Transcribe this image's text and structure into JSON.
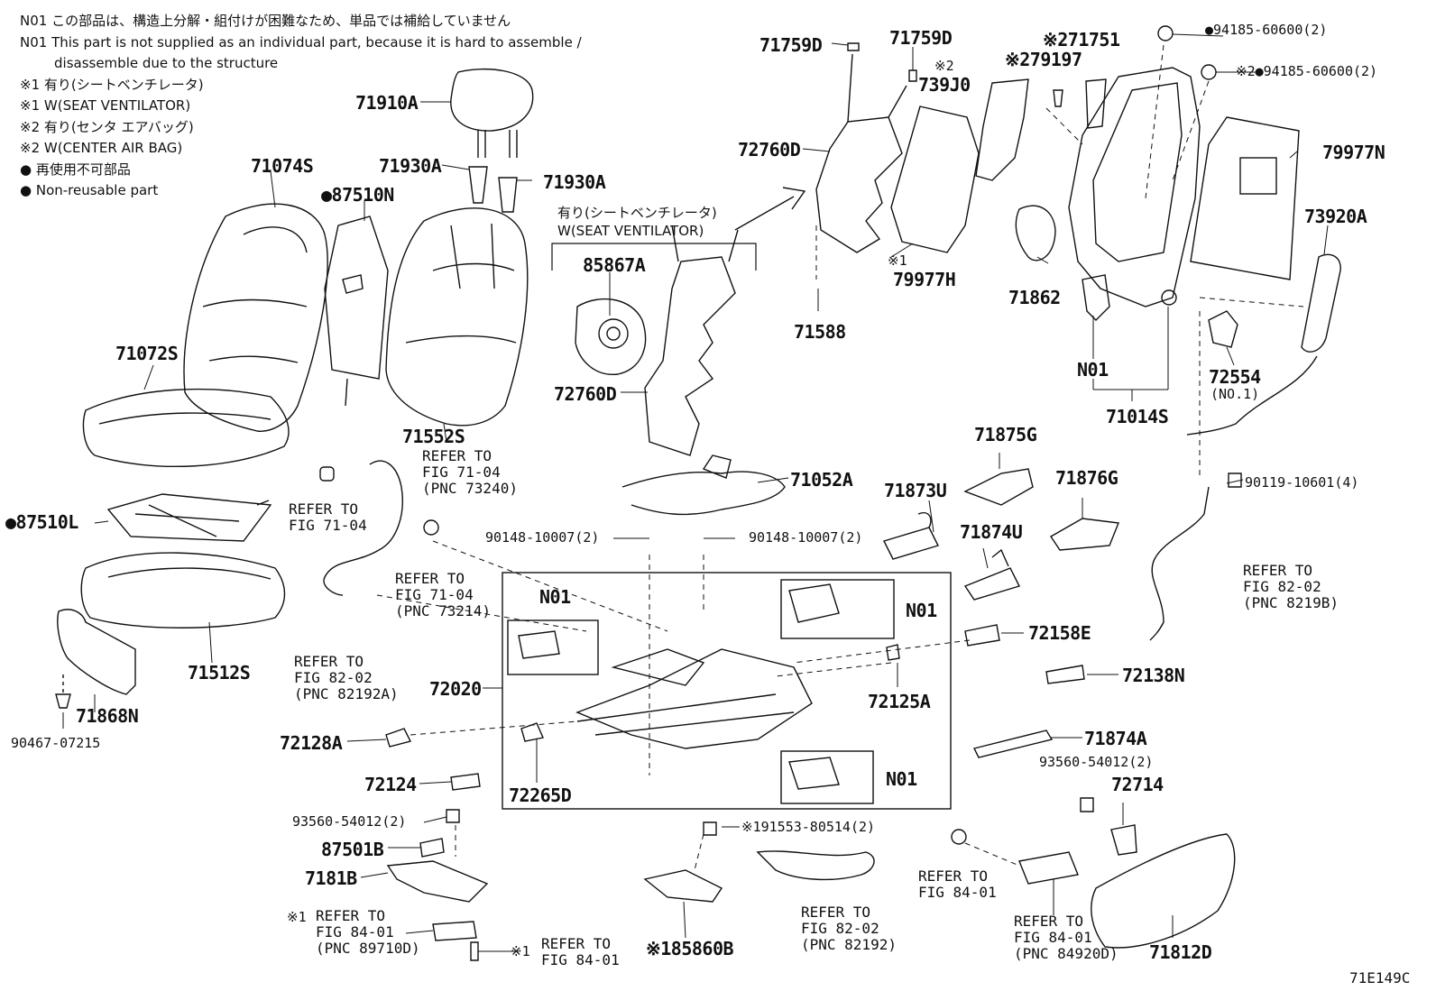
{
  "legend_notes": [
    "N01 この部品は、構造上分解・組付けが困難なため、単品では補給していません",
    "N01 This part is not supplied as an individual part, because it is hard to assemble /",
    "disassemble due to the structure",
    "※1 有り(シートベンチレータ)",
    "※1 W(SEAT VENTILATOR)",
    "※2 有り(センタ エアバッグ)",
    "※2 W(CENTER AIR BAG)",
    "● 再使用不可部品",
    "● Non-reusable part"
  ],
  "ventilator_group": {
    "jp": "有り(シートベンチレータ)",
    "en": "W(SEAT VENTILATOR)"
  },
  "part_labels": {
    "p71910A": "71910A",
    "p71930A_1": "71930A",
    "p71930A_2": "71930A",
    "p71074S": "71074S",
    "p87510N": "●87510N",
    "p71072S": "71072S",
    "p71552S": "71552S",
    "p87510L": "●87510L",
    "p71512S": "71512S",
    "p71868N": "71868N",
    "p90467": "90467-07215",
    "p71759D_1": "71759D",
    "p71759D_2": "71759D",
    "p739J0_mark": "※2",
    "p739J0": "739J0",
    "p79197": "※279197",
    "p71751": "※271751",
    "p72760D_top": "72760D",
    "p79977H_mark": "※1",
    "p79977H": "79977H",
    "p71588": "71588",
    "p85867A": "85867A",
    "p72760D_mid": "72760D",
    "p94185_1": "●94185-60600(2)",
    "p94185_2": "※2●94185-60600(2)",
    "p79977N": "79977N",
    "p73920A": "73920A",
    "p71862": "71862",
    "p N01_frame": "N01",
    "pN01_frame": "N01",
    "p72554": "72554",
    "p72554_sub": "(NO.1)",
    "p71014S": "71014S",
    "p71052A": "71052A",
    "p71875G": "71875G",
    "p71873U": "71873U",
    "p71876G": "71876G",
    "p71874U": "71874U",
    "p90119": "90119-10601(4)",
    "p90148_1": "90148-10007(2)",
    "p90148_2": "90148-10007(2)",
    "pN01_a": "N01",
    "pN01_b": "N01",
    "pN01_c": "N01",
    "p72158E": "72158E",
    "p72138N": "72138N",
    "p72020": "72020",
    "p72125A": "72125A",
    "p72128A": "72128A",
    "p72124": "72124",
    "p72265D": "72265D",
    "p71874A": "71874A",
    "p93560_r": "93560-54012(2)",
    "p72714": "72714",
    "p93560_l": "93560-54012(2)",
    "p87501B": "87501B",
    "p7181B": "7181B",
    "p191553": "※191553-80514(2)",
    "p85860B": "※185860B",
    "p71812D": "71812D",
    "p_ref_mark1": "※1",
    "p_ref_mark2": "※1"
  },
  "refer_blocks": {
    "r_fig7104_pnc73240": [
      "REFER TO",
      "FIG 71-04",
      "(PNC 73240)"
    ],
    "r_fig7104": [
      "REFER TO",
      "FIG 71-04"
    ],
    "r_fig7104_pnc73214": [
      "REFER TO",
      "FIG 71-04",
      "(PNC 73214)"
    ],
    "r_fig8202_pnc82192a": [
      "REFER TO",
      "FIG 82-02",
      "(PNC 82192A)"
    ],
    "r_fig8202_pnc8219b": [
      "REFER TO",
      "FIG 82-02",
      "(PNC 8219B)"
    ],
    "r_fig8401_pnc89710d": [
      "REFER TO",
      "FIG 84-01",
      "(PNC 89710D)"
    ],
    "r_fig8401_bottom": [
      "REFER TO",
      "FIG 84-01"
    ],
    "r_fig8202_pnc82192": [
      "REFER TO",
      "FIG 82-02",
      "(PNC 82192)"
    ],
    "r_fig8401_right": [
      "REFER TO",
      "FIG 84-01"
    ],
    "r_fig8401_pnc84920d": [
      "REFER TO",
      "FIG 84-01",
      "(PNC 84920D)"
    ]
  },
  "illustration_code": "71E149C",
  "colors": {
    "ink": "#111111",
    "paper": "#ffffff"
  }
}
